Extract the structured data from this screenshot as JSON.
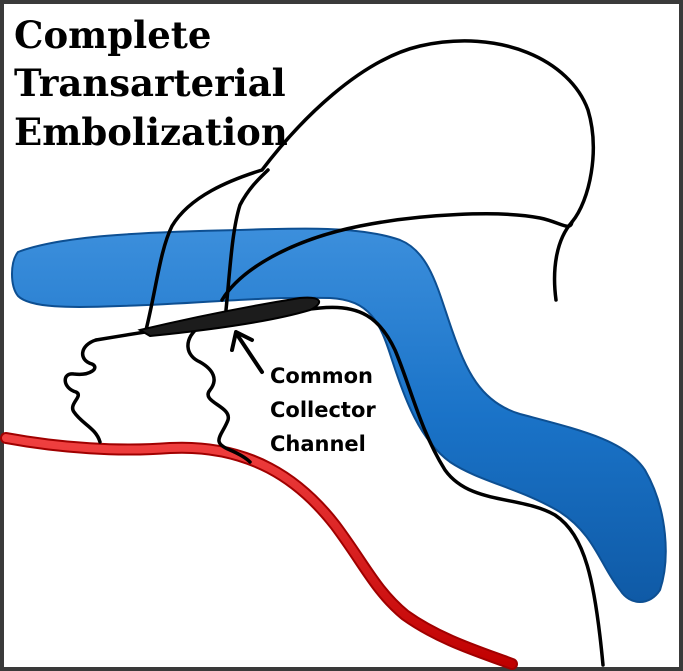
{
  "title_lines": [
    "Complete",
    "Transarterial",
    "Embolization"
  ],
  "label_lines": [
    "Common",
    "Collector",
    "Channel"
  ],
  "colors": {
    "vein": "#1a73c8",
    "vein_highlight": "#4a9be0",
    "artery": "#e01010",
    "artery_dark": "#a00000",
    "embolic_cast": "#1c1c1c",
    "outline": "#000000",
    "frame": "#3a3a3a"
  }
}
